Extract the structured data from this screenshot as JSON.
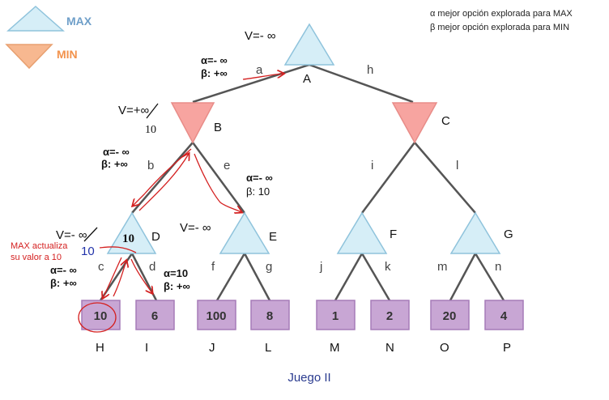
{
  "legend": {
    "max_label": "MAX",
    "min_label": "MIN",
    "alpha_line": "α  mejor opción explorada para MAX",
    "beta_line": "β  mejor opción explorada para MIN"
  },
  "colors": {
    "max_fill": "#d6eef7",
    "max_stroke": "#8fc3dc",
    "min_fill": "#f7a4a0",
    "min_stroke": "#e88c88",
    "leaf_fill": "#c8a6d4",
    "leaf_stroke": "#a67cb8",
    "edge": "#555555",
    "annotation_red": "#d42020",
    "legend_max": "#6f9fc9",
    "legend_min": "#f2924c",
    "caption": "#2a3b8f"
  },
  "nodes": {
    "A": "A",
    "B": "B",
    "C": "C",
    "D": "D",
    "E": "E",
    "F": "F",
    "G": "G",
    "H": "H",
    "I": "I",
    "J": "J",
    "L": "L",
    "M": "M",
    "N": "N",
    "O": "O",
    "P": "P"
  },
  "edges": {
    "a": "a",
    "h": "h",
    "b": "b",
    "e": "e",
    "i": "i",
    "l": "l",
    "c": "c",
    "d": "d",
    "f": "f",
    "g": "g",
    "j": "j",
    "k": "k",
    "m": "m",
    "n": "n"
  },
  "leaf_values": {
    "H": "10",
    "I": "6",
    "J": "100",
    "L": "8",
    "M": "1",
    "N": "2",
    "O": "20",
    "P": "4"
  },
  "annotations": {
    "A_v": "V=- ∞",
    "A_alpha": "α=- ∞",
    "A_beta": "β: +∞",
    "B_v": "V=+∞",
    "B_v_new": "10",
    "b_alpha": "α=- ∞",
    "b_beta": "β: +∞",
    "e_alpha": "α=- ∞",
    "e_beta": "β: 10",
    "D_v": "V=- ∞",
    "D_value": "10",
    "D_update": "10",
    "E_v": "V=- ∞",
    "max_note_1": "MAX actualiza",
    "max_note_2": "su valor a 10",
    "c_alpha": "α=- ∞",
    "c_beta": "β: +∞",
    "d_alpha": "α=10",
    "d_beta": "β: +∞"
  },
  "caption": "Juego II"
}
